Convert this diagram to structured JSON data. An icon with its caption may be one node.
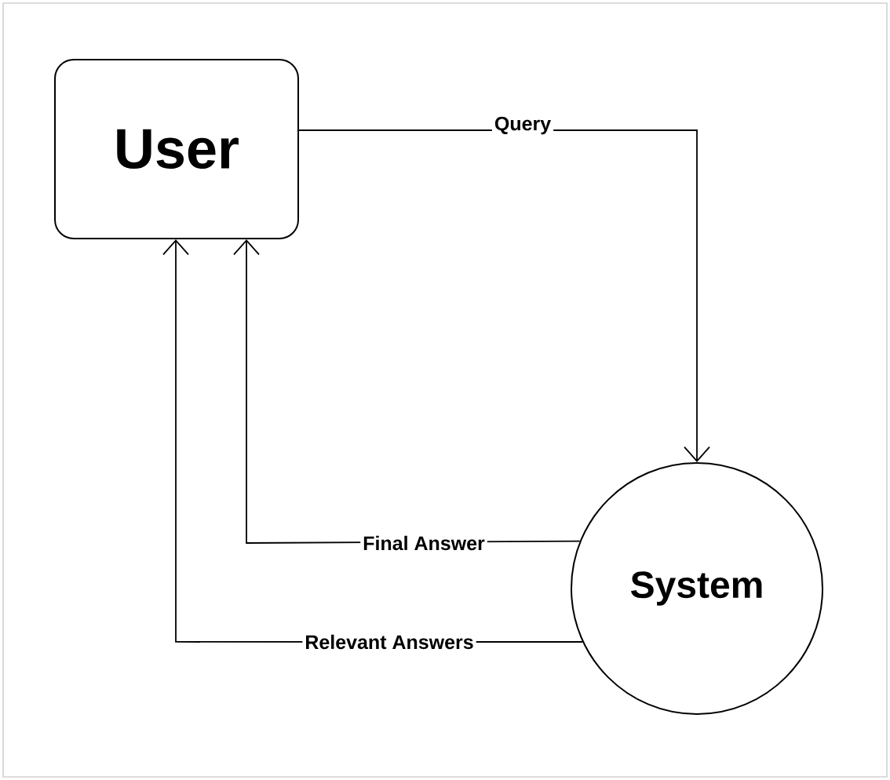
{
  "diagram": {
    "nodes": [
      {
        "text": [
          "User"
        ]
      },
      {
        "text": [
          "System"
        ]
      }
    ],
    "edges": [
      {
        "from": 0,
        "to": 1,
        "arrow": "to",
        "label": "Query"
      },
      {
        "from": 1,
        "to": 0,
        "arrow": "to",
        "label": "Final Answer"
      },
      {
        "from": 1,
        "to": 0,
        "arrow": "to",
        "label": "Relevant Answers"
      }
    ]
  }
}
